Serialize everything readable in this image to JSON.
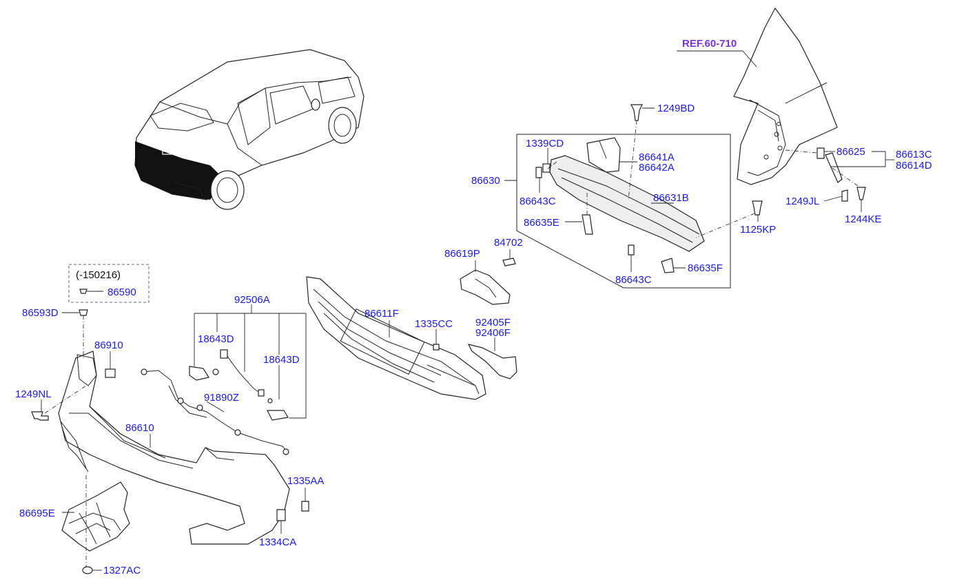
{
  "ref_label": "REF.60-710",
  "note_label": "(-150216)",
  "labels": {
    "p1249BD": "1249BD",
    "p1339CD": "1339CD",
    "p86641A": "86641A",
    "p86642A": "86642A",
    "p86630": "86630",
    "p86643C_a": "86643C",
    "p86631B": "86631B",
    "p86635E": "86635E",
    "p86643C_b": "86643C",
    "p86635F": "86635F",
    "p86625": "86625",
    "p86613C": "86613C",
    "p86614D": "86614D",
    "p1249JL": "1249JL",
    "p1244KE": "1244KE",
    "p1125KP": "1125KP",
    "p86619P": "86619P",
    "p84702": "84702",
    "p86590": "86590",
    "p86593D": "86593D",
    "p92506A": "92506A",
    "p86910": "86910",
    "p18643D_a": "18643D",
    "p18643D_b": "18643D",
    "p1249NL": "1249NL",
    "p91890Z": "91890Z",
    "p86611F": "86611F",
    "p1335CC": "1335CC",
    "p92405F": "92405F",
    "p92406F": "92406F",
    "p86610": "86610",
    "p1335AA": "1335AA",
    "p86695E": "86695E",
    "p1334CA": "1334CA",
    "p1327AC": "1327AC"
  }
}
